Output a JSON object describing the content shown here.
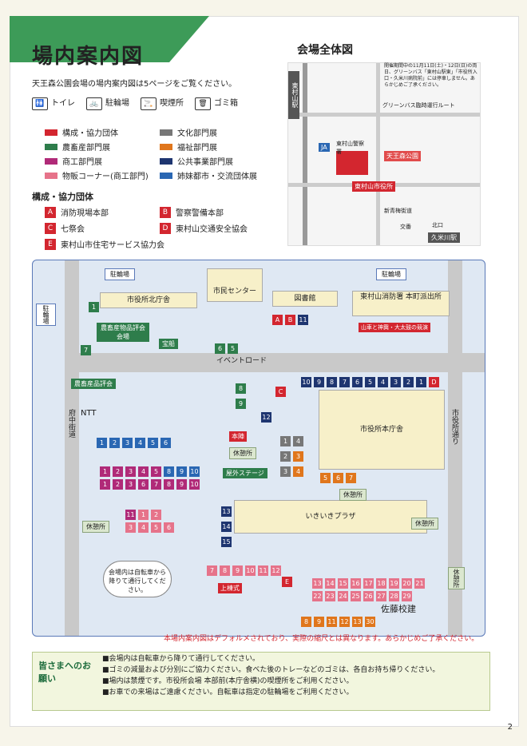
{
  "header": {
    "title": "場内案内図",
    "subtitle": "天王森公園会場の場内案内図は5ページをご覧ください。",
    "facility_legend": [
      {
        "icon": "restroom-icon",
        "label": "トイレ"
      },
      {
        "icon": "bicycle-icon",
        "label": "駐輪場"
      },
      {
        "icon": "smoking-icon",
        "label": "喫煙所"
      },
      {
        "icon": "trash-icon",
        "label": "ゴミ箱"
      }
    ],
    "categories_left": [
      {
        "label": "構成・協力団体",
        "color": "#d3262f"
      },
      {
        "label": "農畜産部門展",
        "color": "#2e7d4b"
      },
      {
        "label": "商工部門展",
        "color": "#b02a78"
      },
      {
        "label": "物販コーナー(商工部門)",
        "color": "#e6738a"
      }
    ],
    "categories_right": [
      {
        "label": "文化部門展",
        "color": "#777777"
      },
      {
        "label": "福祉部門展",
        "color": "#e0761c"
      },
      {
        "label": "公共事業部門展",
        "color": "#1e3570"
      },
      {
        "label": "姉妹都市・交流団体展",
        "color": "#2a67b3"
      }
    ],
    "org_title": "構成・協力団体",
    "orgs": [
      {
        "code": "A",
        "label": "消防現場本部"
      },
      {
        "code": "B",
        "label": "警察警備本部"
      },
      {
        "code": "C",
        "label": "七祭会"
      },
      {
        "code": "D",
        "label": "東村山交通安全協会"
      },
      {
        "code": "E",
        "label": "東村山市住宅サービス協力会"
      }
    ]
  },
  "overview": {
    "title": "会場全体図",
    "labels": {
      "station1": "東村山駅",
      "station2": "久米川駅",
      "park": "天王森公園",
      "city_hall": "東村山市役所",
      "ja": "JA",
      "police": "東村山警察署",
      "exit_north": "北口",
      "kome_street": "新青梅街道",
      "kouban": "交番",
      "green_bus": "グリーンバス臨時運行ルート",
      "hint": "開催期間中の11月11日(土)・12日(日)の両日、グリーンバス「東村山駅東」「市役所入口・久米川病院前」には停車しません。あらかじめご了承ください。"
    }
  },
  "map": {
    "labels": {
      "bike_parking": "駐輪場",
      "city_north": "市役所北庁舎",
      "citizen_center": "市民センター",
      "library": "図書館",
      "fire_station": "東村山消防署 本町派出所",
      "event_road": "イベントロード",
      "ntt": "NTT",
      "city_main": "市役所本庁舎",
      "ikiiki": "いきいきプラザ",
      "rest": "休憩所",
      "stage": "屋外ステージ",
      "fuchu": "府中街道",
      "shiyakusho_dori": "市役所通り",
      "agri_venue": "農畜産物品評会 会場",
      "treasure": "宝船",
      "agri_sales": "農畜産品評会",
      "honjin": "本陣",
      "bike_notice": "会場内は自転車から降りて通行してください。",
      "sign": "佐藤校建",
      "joshiki": "上棟式",
      "yamaguchi": "山車と神輿・大太鼓の競演"
    }
  },
  "note": "本場内案内図はデフォルメされており、実際の縮尺とは異なります。あらかじめご了承ください。",
  "requests": {
    "title": "皆さまへのお願い",
    "items": [
      "■会場内は自転車から降りて通行してください。",
      "■ゴミの減量および分別にご協力ください。食べた後のトレーなどのゴミは、各自お持ち帰りください。",
      "■場内は禁煙です。市役所会場 本部前(本庁舎横)の喫煙所をご利用ください。",
      "■お車での来場はご遠慮ください。自転車は指定の駐輪場をご利用ください。"
    ]
  },
  "page_number": "2"
}
